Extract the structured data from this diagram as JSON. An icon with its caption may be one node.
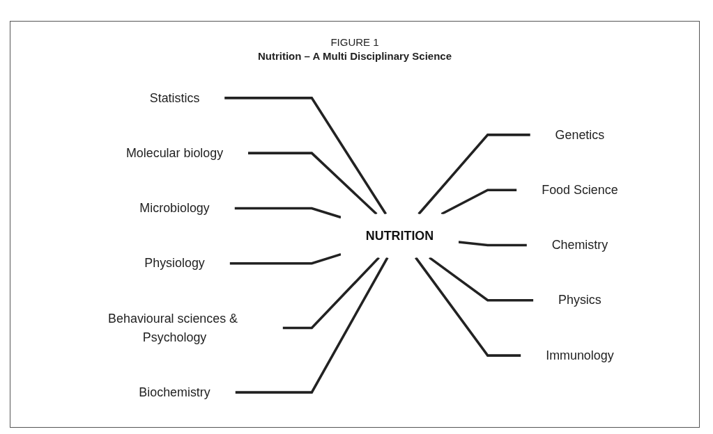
{
  "diagram": {
    "title": "Nutrition – A Multi Disciplinary Science",
    "nodes": [
      {
        "text": [
          "Statistics"
        ]
      },
      {
        "text": [
          "Genetics"
        ]
      },
      {
        "text": [
          "Molecular biology"
        ]
      },
      {
        "text": [
          "Food Science"
        ]
      },
      {
        "text": [
          "Microbiology"
        ]
      },
      {
        "text": [
          "Physiology"
        ]
      },
      {
        "text": [
          "Chemistry"
        ]
      },
      {
        "text": [
          "NUTRITION"
        ]
      },
      {
        "text": [
          "Physics"
        ]
      },
      {
        "text": [
          "Behavioural sciences & Psychology"
        ]
      },
      {
        "text": [
          "Immunology"
        ]
      },
      {
        "text": [
          "Biochemistry"
        ]
      }
    ],
    "edges": [
      {
        "from": 0,
        "to": 7,
        "arrow": "none"
      },
      {
        "from": 7,
        "to": 1,
        "arrow": "none"
      },
      {
        "from": 2,
        "to": 7,
        "arrow": "none"
      },
      {
        "from": 7,
        "to": 3,
        "arrow": "none"
      },
      {
        "from": 4,
        "to": 7,
        "arrow": "none"
      },
      {
        "from": 5,
        "to": 7,
        "arrow": "none"
      },
      {
        "from": 7,
        "to": 6,
        "arrow": "none"
      },
      {
        "from": 7,
        "to": 8,
        "arrow": "none"
      },
      {
        "from": 9,
        "to": 7,
        "arrow": "none"
      },
      {
        "from": 7,
        "to": 10,
        "arrow": "none"
      },
      {
        "from": 11,
        "to": 7,
        "arrow": "none"
      }
    ],
    "labels": [
      "FIGURE 1"
    ]
  }
}
